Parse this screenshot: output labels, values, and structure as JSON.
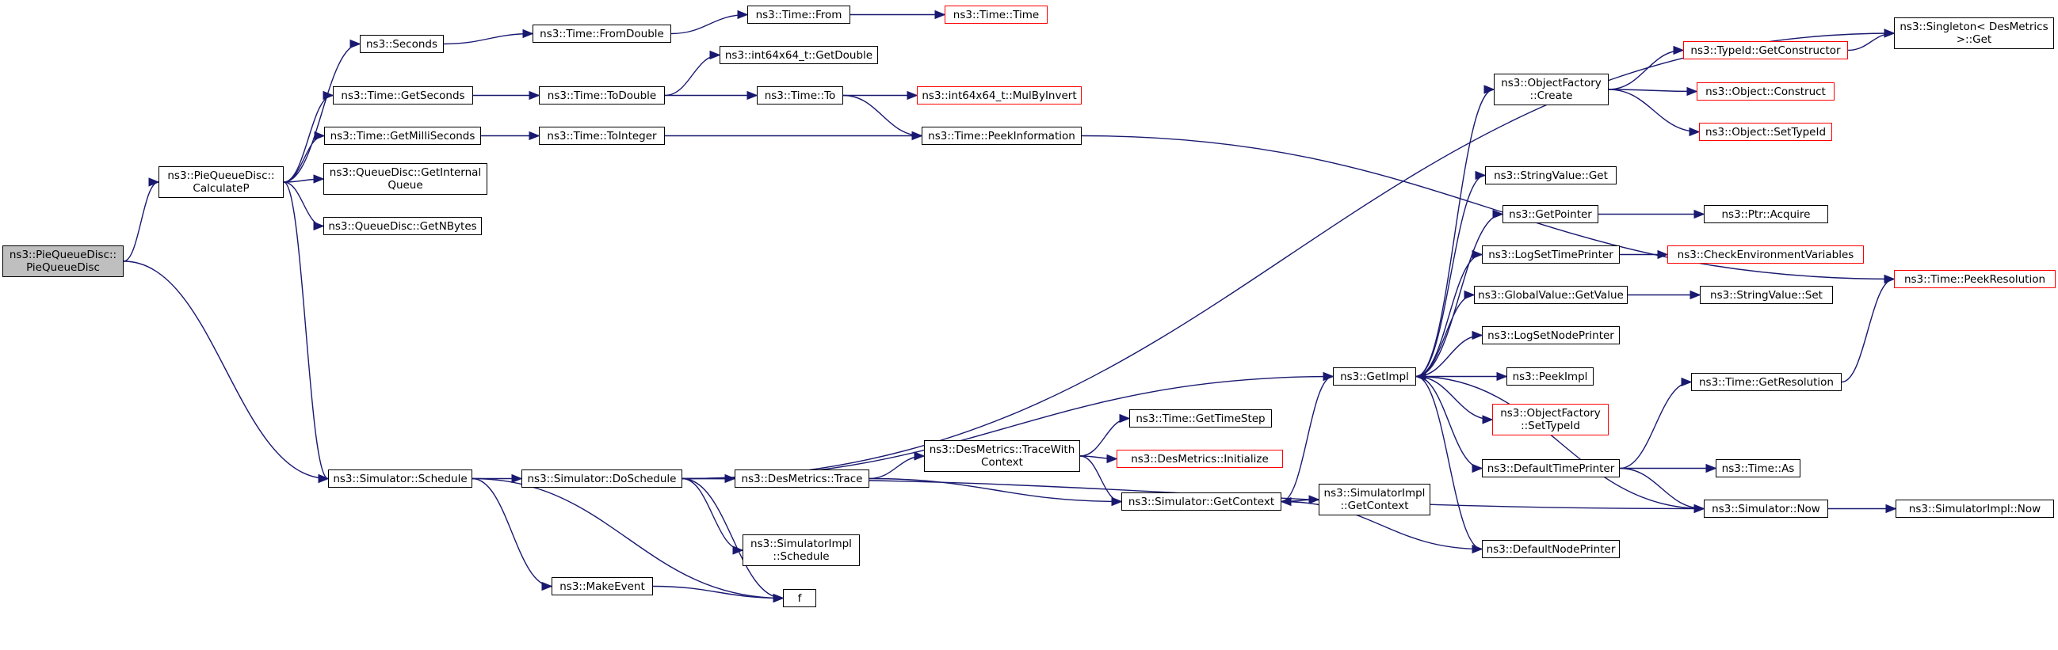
{
  "colors": {
    "edge": "#191970",
    "root_fill": "#bfbfbf",
    "border_default": "#000000",
    "border_incomplete": "#ff0000"
  },
  "nodes": [
    {
      "id": "root",
      "label": "ns3::PieQueueDisc::\nPieQueueDisc",
      "style": "root"
    },
    {
      "id": "calcp",
      "label": "ns3::PieQueueDisc::\nCalculateP",
      "style": "normal"
    },
    {
      "id": "sim_schedule",
      "label": "ns3::Simulator::Schedule",
      "style": "normal"
    },
    {
      "id": "seconds",
      "label": "ns3::Seconds",
      "style": "normal"
    },
    {
      "id": "getseconds",
      "label": "ns3::Time::GetSeconds",
      "style": "normal"
    },
    {
      "id": "getmilli",
      "label": "ns3::Time::GetMilliSeconds",
      "style": "normal"
    },
    {
      "id": "getinternal",
      "label": "ns3::QueueDisc::GetInternal\nQueue",
      "style": "normal"
    },
    {
      "id": "getnbytes",
      "label": "ns3::QueueDisc::GetNBytes",
      "style": "normal"
    },
    {
      "id": "fromdouble",
      "label": "ns3::Time::FromDouble",
      "style": "normal"
    },
    {
      "id": "todouble",
      "label": "ns3::Time::ToDouble",
      "style": "normal"
    },
    {
      "id": "tointeger",
      "label": "ns3::Time::ToInteger",
      "style": "normal"
    },
    {
      "id": "doschedule",
      "label": "ns3::Simulator::DoSchedule",
      "style": "normal"
    },
    {
      "id": "makeevent",
      "label": "ns3::MakeEvent",
      "style": "normal"
    },
    {
      "id": "f",
      "label": "f",
      "style": "normal"
    },
    {
      "id": "time_from",
      "label": "ns3::Time::From",
      "style": "normal"
    },
    {
      "id": "getdouble",
      "label": "ns3::int64x64_t::GetDouble",
      "style": "normal"
    },
    {
      "id": "time_to",
      "label": "ns3::Time::To",
      "style": "normal"
    },
    {
      "id": "desm_trace",
      "label": "ns3::DesMetrics::Trace",
      "style": "normal"
    },
    {
      "id": "simimpl_schedule",
      "label": "ns3::SimulatorImpl\n::Schedule",
      "style": "normal"
    },
    {
      "id": "time_time",
      "label": "ns3::Time::Time",
      "style": "incomplete"
    },
    {
      "id": "mulbyinvert",
      "label": "ns3::int64x64_t::MulByInvert",
      "style": "incomplete"
    },
    {
      "id": "peekinfo",
      "label": "ns3::Time::PeekInformation",
      "style": "normal"
    },
    {
      "id": "desm_tracewith",
      "label": "ns3::DesMetrics::TraceWith\nContext",
      "style": "normal"
    },
    {
      "id": "gettimestep",
      "label": "ns3::Time::GetTimeStep",
      "style": "normal"
    },
    {
      "id": "desm_init",
      "label": "ns3::DesMetrics::Initialize",
      "style": "incomplete"
    },
    {
      "id": "sim_getcontext",
      "label": "ns3::Simulator::GetContext",
      "style": "normal"
    },
    {
      "id": "getimpl",
      "label": "ns3::GetImpl",
      "style": "normal"
    },
    {
      "id": "simimpl_getcontext",
      "label": "ns3::SimulatorImpl\n::GetContext",
      "style": "normal"
    },
    {
      "id": "of_create",
      "label": "ns3::ObjectFactory\n::Create",
      "style": "normal"
    },
    {
      "id": "stringvalue_get",
      "label": "ns3::StringValue::Get",
      "style": "normal"
    },
    {
      "id": "getpointer",
      "label": "ns3::GetPointer",
      "style": "normal"
    },
    {
      "id": "logsettimeprinter",
      "label": "ns3::LogSetTimePrinter",
      "style": "normal"
    },
    {
      "id": "gv_getvalue",
      "label": "ns3::GlobalValue::GetValue",
      "style": "normal"
    },
    {
      "id": "logsetnodeprinter",
      "label": "ns3::LogSetNodePrinter",
      "style": "normal"
    },
    {
      "id": "peekimpl",
      "label": "ns3::PeekImpl",
      "style": "normal"
    },
    {
      "id": "of_settypeid",
      "label": "ns3::ObjectFactory\n::SetTypeId",
      "style": "incomplete"
    },
    {
      "id": "defaulttimeprinter",
      "label": "ns3::DefaultTimePrinter",
      "style": "normal"
    },
    {
      "id": "defaultnodeprinter",
      "label": "ns3::DefaultNodePrinter",
      "style": "normal"
    },
    {
      "id": "typeid_getctor",
      "label": "ns3::TypeId::GetConstructor",
      "style": "incomplete"
    },
    {
      "id": "object_construct",
      "label": "ns3::Object::Construct",
      "style": "incomplete"
    },
    {
      "id": "object_settypeid",
      "label": "ns3::Object::SetTypeId",
      "style": "incomplete"
    },
    {
      "id": "ptr_acquire",
      "label": "ns3::Ptr::Acquire",
      "style": "normal"
    },
    {
      "id": "checkenv",
      "label": "ns3::CheckEnvironmentVariables",
      "style": "incomplete"
    },
    {
      "id": "stringvalue_set",
      "label": "ns3::StringValue::Set",
      "style": "normal"
    },
    {
      "id": "time_getresolution",
      "label": "ns3::Time::GetResolution",
      "style": "normal"
    },
    {
      "id": "time_as",
      "label": "ns3::Time::As",
      "style": "normal"
    },
    {
      "id": "sim_now",
      "label": "ns3::Simulator::Now",
      "style": "normal"
    },
    {
      "id": "singleton_get",
      "label": "ns3::Singleton< DesMetrics\n >::Get",
      "style": "normal"
    },
    {
      "id": "peekresolution",
      "label": "ns3::Time::PeekResolution",
      "style": "incomplete"
    },
    {
      "id": "simimpl_now",
      "label": "ns3::SimulatorImpl::Now",
      "style": "normal"
    }
  ],
  "edges": [
    [
      "root",
      "calcp"
    ],
    [
      "root",
      "sim_schedule"
    ],
    [
      "calcp",
      "seconds"
    ],
    [
      "calcp",
      "getseconds"
    ],
    [
      "calcp",
      "getmilli"
    ],
    [
      "calcp",
      "getinternal"
    ],
    [
      "calcp",
      "getnbytes"
    ],
    [
      "calcp",
      "sim_schedule"
    ],
    [
      "seconds",
      "fromdouble"
    ],
    [
      "fromdouble",
      "time_from"
    ],
    [
      "time_from",
      "time_time"
    ],
    [
      "getseconds",
      "todouble"
    ],
    [
      "todouble",
      "getdouble"
    ],
    [
      "todouble",
      "time_to"
    ],
    [
      "time_to",
      "mulbyinvert"
    ],
    [
      "time_to",
      "peekinfo"
    ],
    [
      "getmilli",
      "tointeger"
    ],
    [
      "tointeger",
      "peekinfo"
    ],
    [
      "peekinfo",
      "peekresolution"
    ],
    [
      "sim_schedule",
      "doschedule"
    ],
    [
      "sim_schedule",
      "makeevent"
    ],
    [
      "sim_schedule",
      "f"
    ],
    [
      "makeevent",
      "f"
    ],
    [
      "doschedule",
      "singleton_get"
    ],
    [
      "doschedule",
      "getimpl"
    ],
    [
      "doschedule",
      "desm_trace"
    ],
    [
      "doschedule",
      "simimpl_schedule"
    ],
    [
      "doschedule",
      "f"
    ],
    [
      "doschedule",
      "sim_now"
    ],
    [
      "desm_trace",
      "desm_tracewith"
    ],
    [
      "desm_trace",
      "sim_getcontext"
    ],
    [
      "desm_tracewith",
      "gettimestep"
    ],
    [
      "desm_tracewith",
      "desm_init"
    ],
    [
      "desm_tracewith",
      "sim_getcontext"
    ],
    [
      "sim_getcontext",
      "getimpl"
    ],
    [
      "sim_getcontext",
      "simimpl_getcontext"
    ],
    [
      "getimpl",
      "of_create"
    ],
    [
      "getimpl",
      "stringvalue_get"
    ],
    [
      "getimpl",
      "getpointer"
    ],
    [
      "getimpl",
      "logsettimeprinter"
    ],
    [
      "getimpl",
      "gv_getvalue"
    ],
    [
      "getimpl",
      "logsetnodeprinter"
    ],
    [
      "getimpl",
      "peekimpl"
    ],
    [
      "getimpl",
      "of_settypeid"
    ],
    [
      "getimpl",
      "defaulttimeprinter"
    ],
    [
      "getimpl",
      "defaultnodeprinter"
    ],
    [
      "of_create",
      "typeid_getctor"
    ],
    [
      "of_create",
      "object_construct"
    ],
    [
      "of_create",
      "object_settypeid"
    ],
    [
      "typeid_getctor",
      "singleton_get"
    ],
    [
      "getpointer",
      "ptr_acquire"
    ],
    [
      "logsettimeprinter",
      "checkenv"
    ],
    [
      "gv_getvalue",
      "stringvalue_set"
    ],
    [
      "defaulttimeprinter",
      "time_getresolution"
    ],
    [
      "defaulttimeprinter",
      "time_as"
    ],
    [
      "defaulttimeprinter",
      "sim_now"
    ],
    [
      "time_getresolution",
      "peekresolution"
    ],
    [
      "sim_now",
      "getimpl"
    ],
    [
      "sim_now",
      "simimpl_now"
    ],
    [
      "defaultnodeprinter",
      "sim_getcontext"
    ]
  ]
}
